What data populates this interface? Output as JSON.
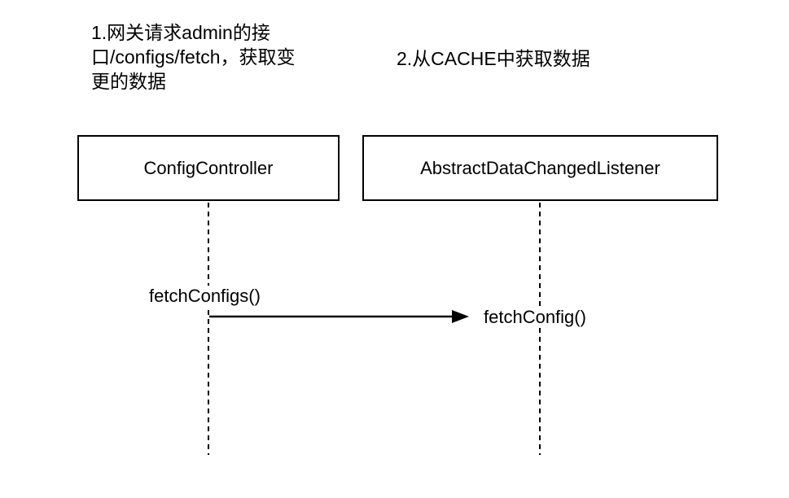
{
  "diagram": {
    "colors": {
      "background": "#ffffff",
      "line": "#000000",
      "text": "#000000"
    },
    "annotations": [
      {
        "text": "1.网关请求admin的接\n口/configs/fetch，获取变\n更的数据"
      },
      {
        "text": "2.从CACHE中获取数据"
      }
    ],
    "participants": [
      {
        "label": "ConfigController"
      },
      {
        "label": "AbstractDataChangedListener"
      }
    ],
    "message": {
      "label": "fetchConfigs()",
      "target_label": "fetchConfig()"
    }
  }
}
